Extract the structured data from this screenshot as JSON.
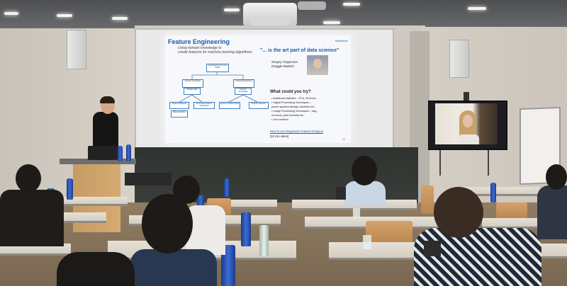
{
  "slide": {
    "title": "Feature Engineering",
    "subtitle_line1": "Using domain knowledge to",
    "subtitle_line2": "create features for machine learning algorithms",
    "quote": "\"... is the art part of data science\"",
    "logo_text": "MathWorks",
    "person_name": "Sergey Yurgenson",
    "person_role": "(Kaggle Master)",
    "question": "What could you try?",
    "bullets": [
      "• Additional statistics – PCA, NCA etc.",
      "• Signal Processing Techniques –",
      "   power spectral density, wavelets etc.",
      "• Image Processing Techniques – bag",
      "   of words, pixel intensity etc.",
      "• Get creative!"
    ],
    "link_text": "How to use Diagnostic Feature Designer",
    "link_sub": "[12 min video]",
    "page_number": "14",
    "diagram_boxes": [
      "Good Features for your Model",
      "Feature Generation",
      "Feature Engineering",
      "Feature Extraction",
      "Automated Feature Generation",
      "Domain Knowledge",
      "Feature Transformation",
      "Feature Selection",
      "Basic statistics",
      "Tabular data"
    ]
  },
  "colors": {
    "slide_accent": "#1a5da8",
    "bottle_blue": "#2a54b8"
  }
}
